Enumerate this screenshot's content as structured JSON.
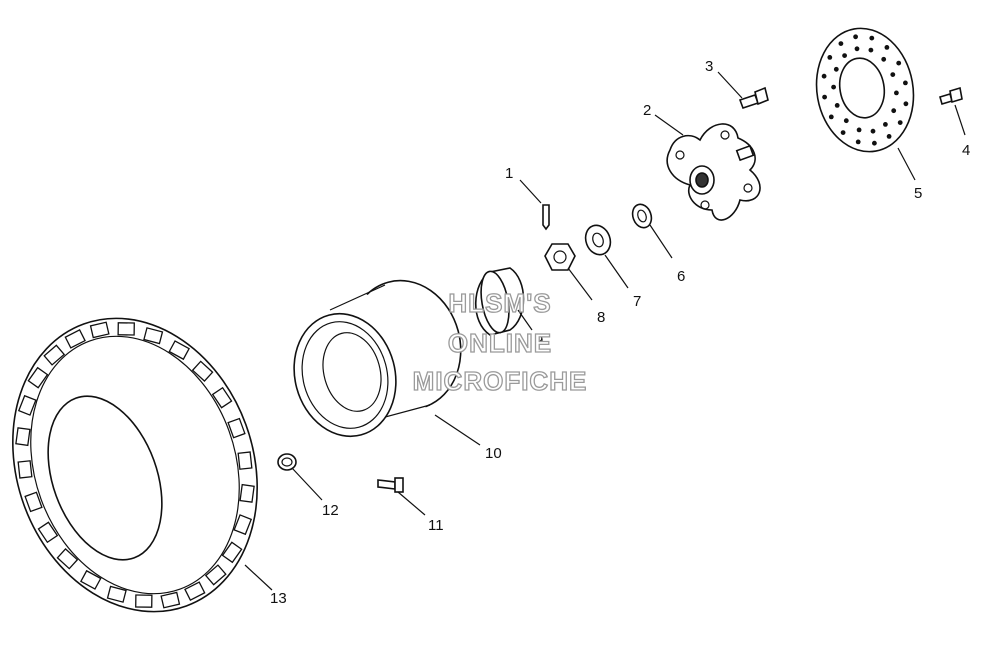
{
  "watermark": {
    "line1": "HLSM'S",
    "line2": "ONLINE",
    "line3": "MICROFICHE"
  },
  "callouts": [
    {
      "id": "c1",
      "label": "1"
    },
    {
      "id": "c2",
      "label": "2"
    },
    {
      "id": "c3",
      "label": "3"
    },
    {
      "id": "c4",
      "label": "4"
    },
    {
      "id": "c5",
      "label": "5"
    },
    {
      "id": "c6",
      "label": "6"
    },
    {
      "id": "c7",
      "label": "7"
    },
    {
      "id": "c8",
      "label": "8"
    },
    {
      "id": "c9",
      "label": "9"
    },
    {
      "id": "c10",
      "label": "10"
    },
    {
      "id": "c11",
      "label": "11"
    },
    {
      "id": "c12",
      "label": "12"
    },
    {
      "id": "c13",
      "label": "13"
    }
  ]
}
